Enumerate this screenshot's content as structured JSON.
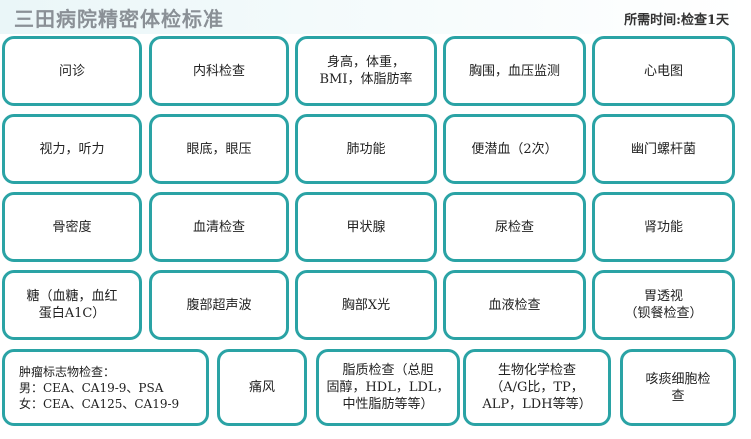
{
  "header": {
    "title": "三田病院精密体检标准",
    "time_info": "所需时间:检查1天"
  },
  "items": [
    {
      "label": "问诊"
    },
    {
      "label": "内科检查"
    },
    {
      "label": "身高，体重，\nBMI，体脂肪率"
    },
    {
      "label": "胸围，血压监测"
    },
    {
      "label": "心电图"
    },
    {
      "label": "视力，听力"
    },
    {
      "label": "眼底，眼压"
    },
    {
      "label": "肺功能"
    },
    {
      "label": "便潜血（2次）"
    },
    {
      "label": "幽门螺杆菌"
    },
    {
      "label": "骨密度"
    },
    {
      "label": "血清检查"
    },
    {
      "label": "甲状腺"
    },
    {
      "label": "尿检查"
    },
    {
      "label": "肾功能"
    },
    {
      "label": "糖（血糖，血红\n蛋白A1C）"
    },
    {
      "label": "腹部超声波"
    },
    {
      "label": "胸部X光"
    },
    {
      "label": "血液检查"
    },
    {
      "label": "胃透视\n（钡餐检查）"
    },
    {
      "label": "肿瘤标志物检查：\n男：CEA、CA19-9、PSA\n女：CEA、CA125、CA19-9"
    },
    {
      "label": "痛风"
    },
    {
      "label": "脂质检查（总胆\n固醇，HDL，LDL，\n中性脂肪等等）"
    },
    {
      "label": "生物化学检查\n（A/G比，TP，\nALP，LDH等等）"
    },
    {
      "label": "咳痰细胞检\n查"
    }
  ]
}
